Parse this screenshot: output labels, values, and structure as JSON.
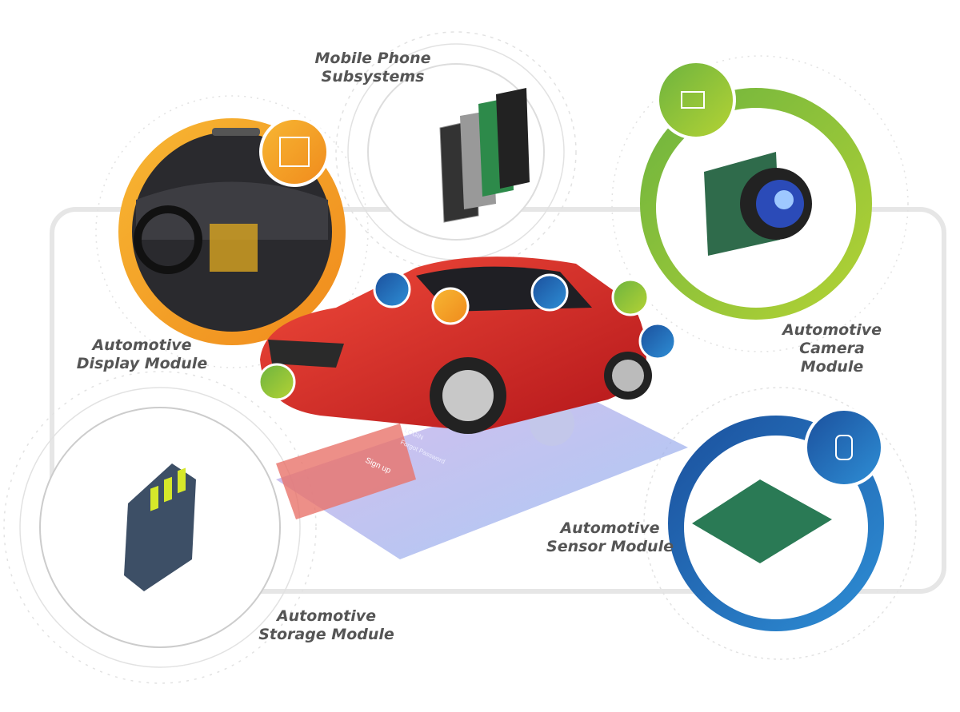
{
  "labels": {
    "mobile_phone": [
      "Mobile Phone",
      "Subsystems"
    ],
    "display": [
      "Automotive",
      "Display Module"
    ],
    "camera": [
      "Automotive",
      "Camera Module"
    ],
    "sensor": [
      "Automotive",
      "Sensor Module"
    ],
    "storage": [
      "Automotive",
      "Storage Module"
    ]
  },
  "phone_screen": {
    "login": "LOGIN",
    "forgot": "Forgot Password",
    "signup": "Sign up"
  },
  "colors": {
    "display": "#f5a623",
    "camera": "#8dc63f",
    "sensor": "#1e5fa8",
    "storage": "#c8c8c8",
    "car": "#d92b22",
    "label_text": "#555555"
  },
  "icons": [
    "navigation-touch-icon",
    "camera-car-icon",
    "sensor-car-icon",
    "sd-card-icon",
    "circuit-board-icon"
  ]
}
